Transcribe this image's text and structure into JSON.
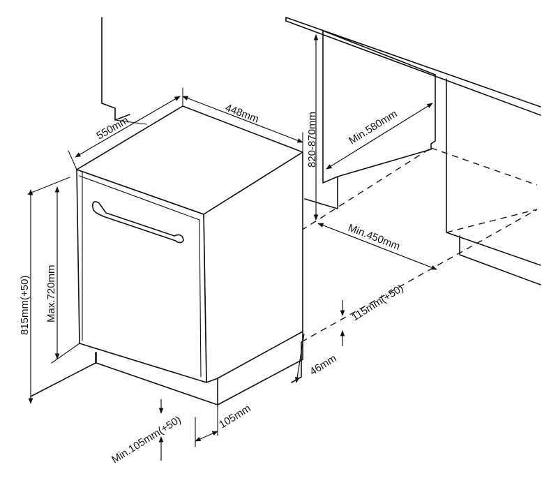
{
  "dimensions": {
    "width": "448mm",
    "depth": "550mm",
    "niche_height": "820-870mm",
    "min_depth": "Min.580mm",
    "min_width": "Min.450mm",
    "total_height": "815mm(+50)",
    "max_door_height": "Max.720mm",
    "plinth_height": "115mm(+50)",
    "plinth_offset": "46mm",
    "toe_kick_depth": "105mm",
    "min_toe_kick": "Min.105mm(+50)"
  },
  "colors": {
    "line": "#111111",
    "background": "#ffffff"
  }
}
